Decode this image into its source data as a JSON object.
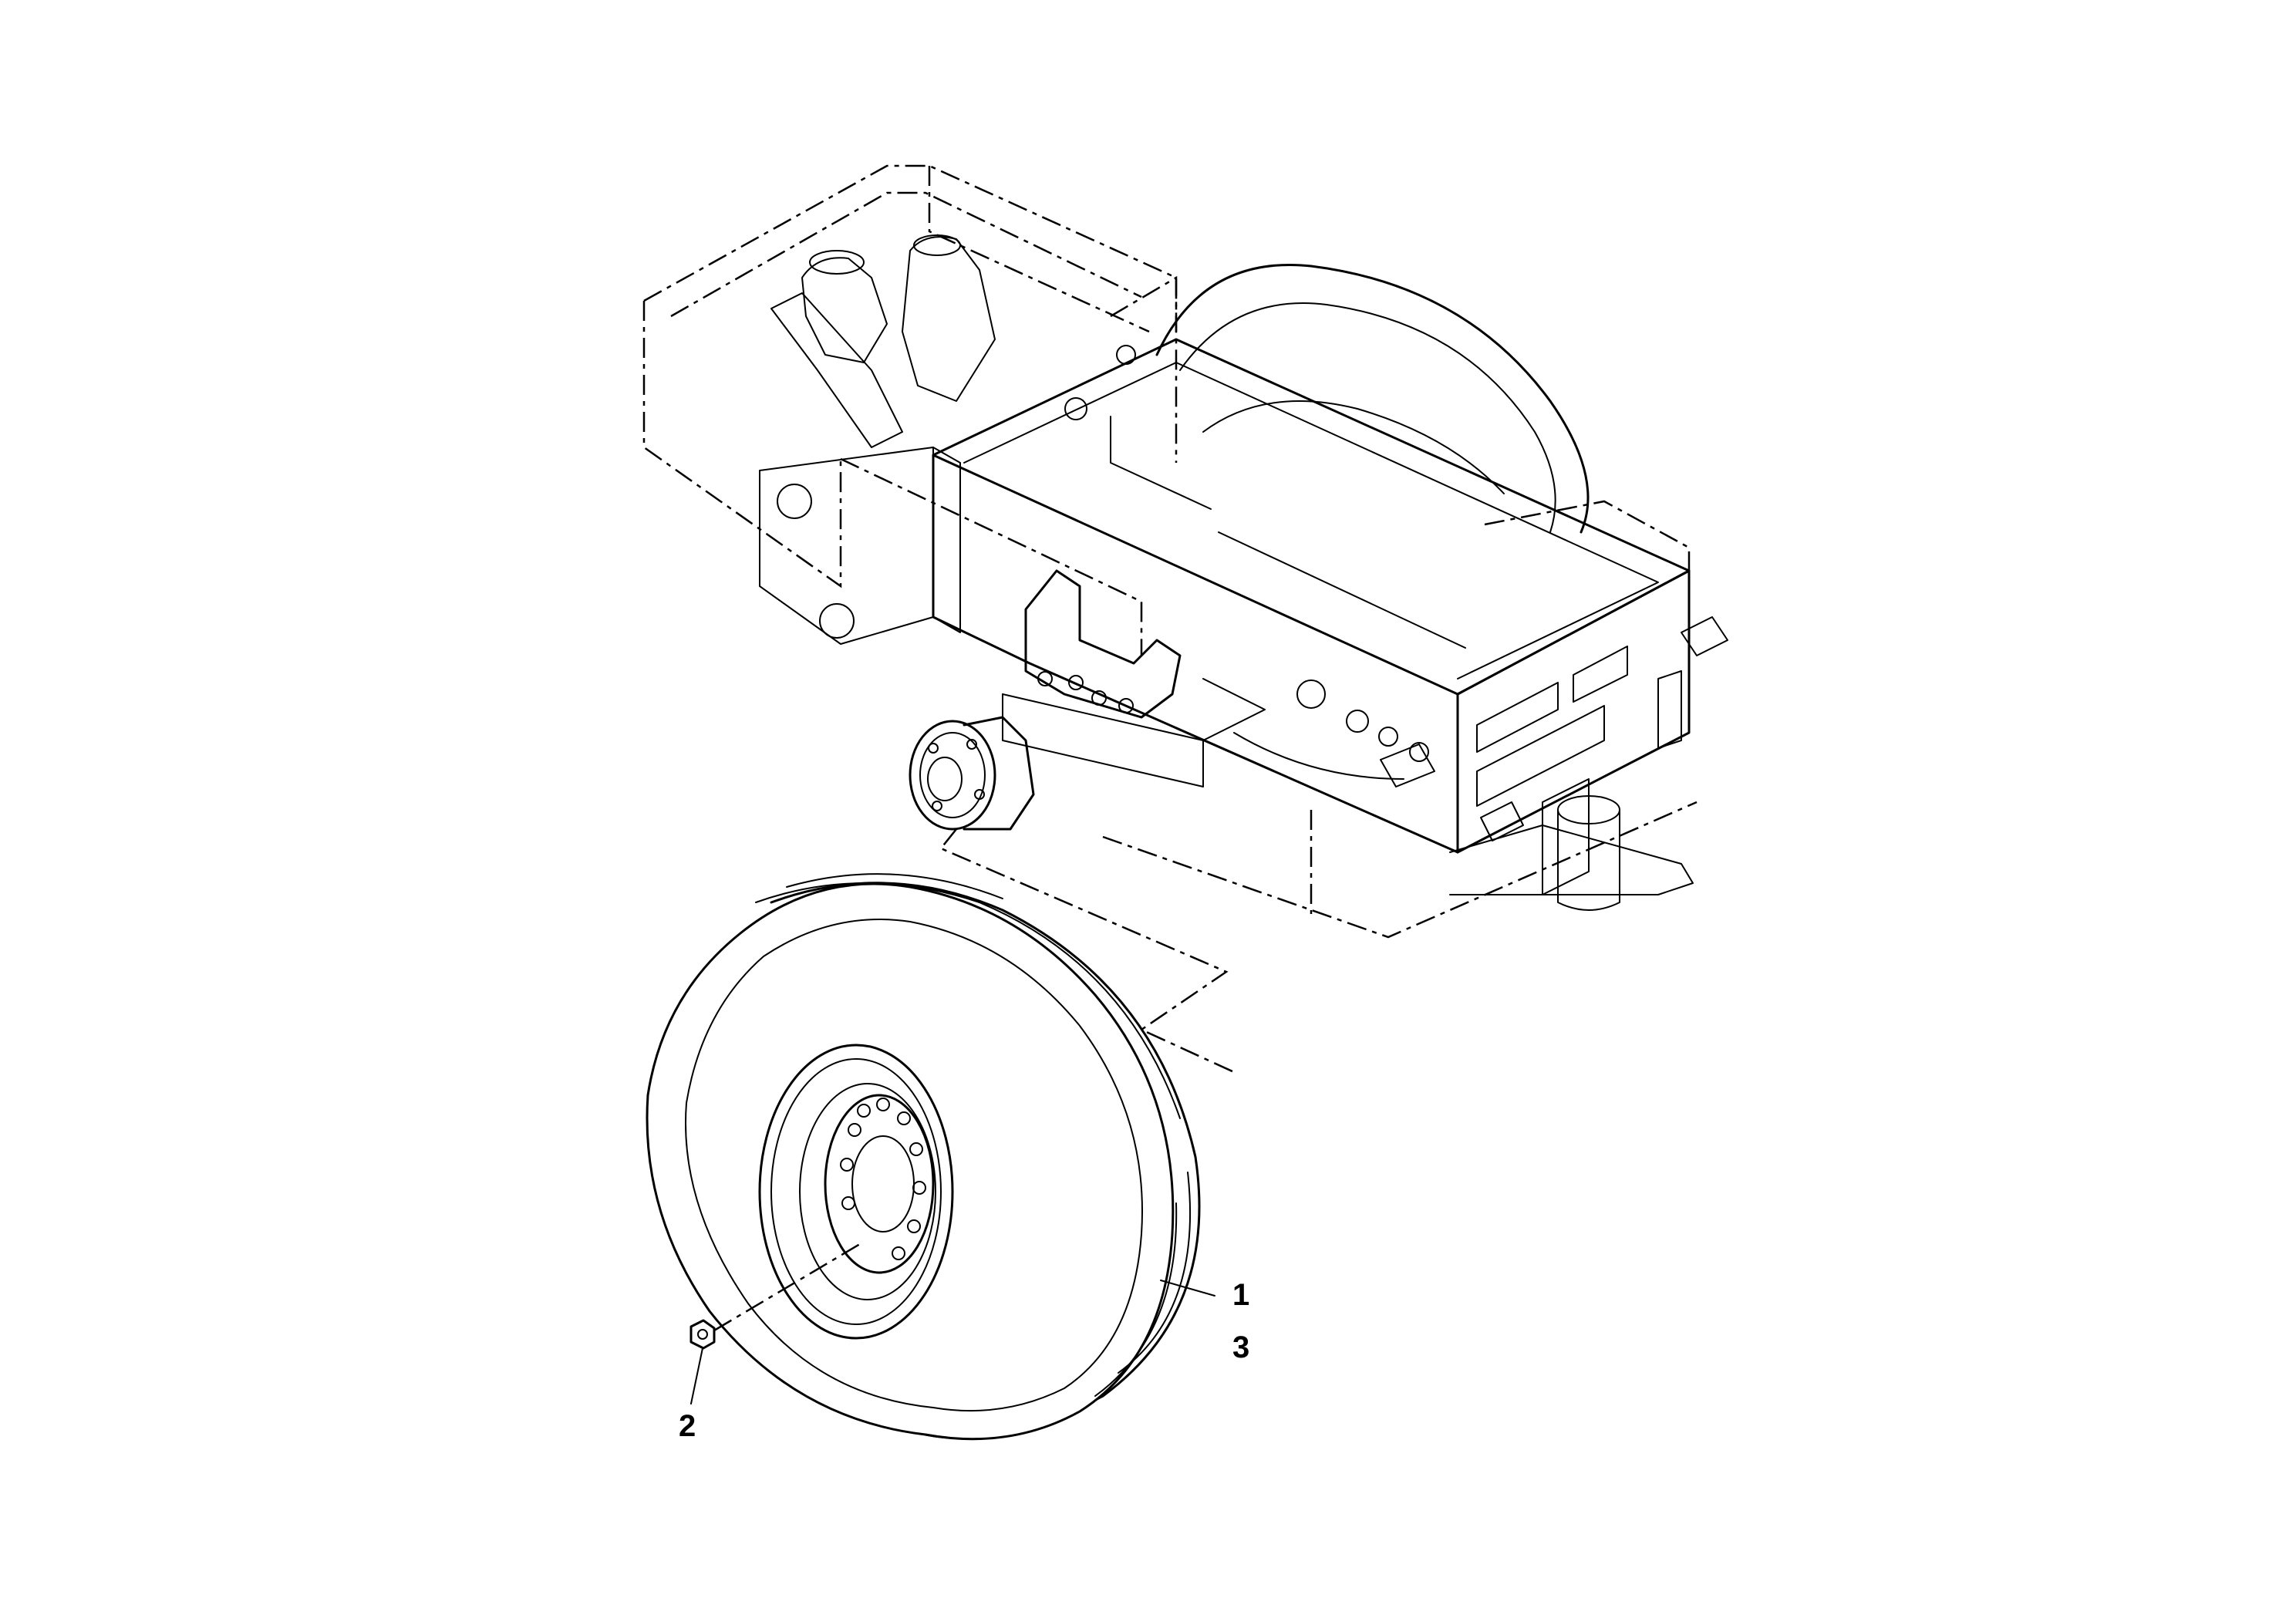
{
  "diagram": {
    "type": "exploded-parts-illustration",
    "background": "#ffffff",
    "line_color": "#000000",
    "callouts": [
      {
        "id": "c1",
        "label": "1"
      },
      {
        "id": "c2",
        "label": "2"
      },
      {
        "id": "c3",
        "label": "3"
      }
    ]
  }
}
